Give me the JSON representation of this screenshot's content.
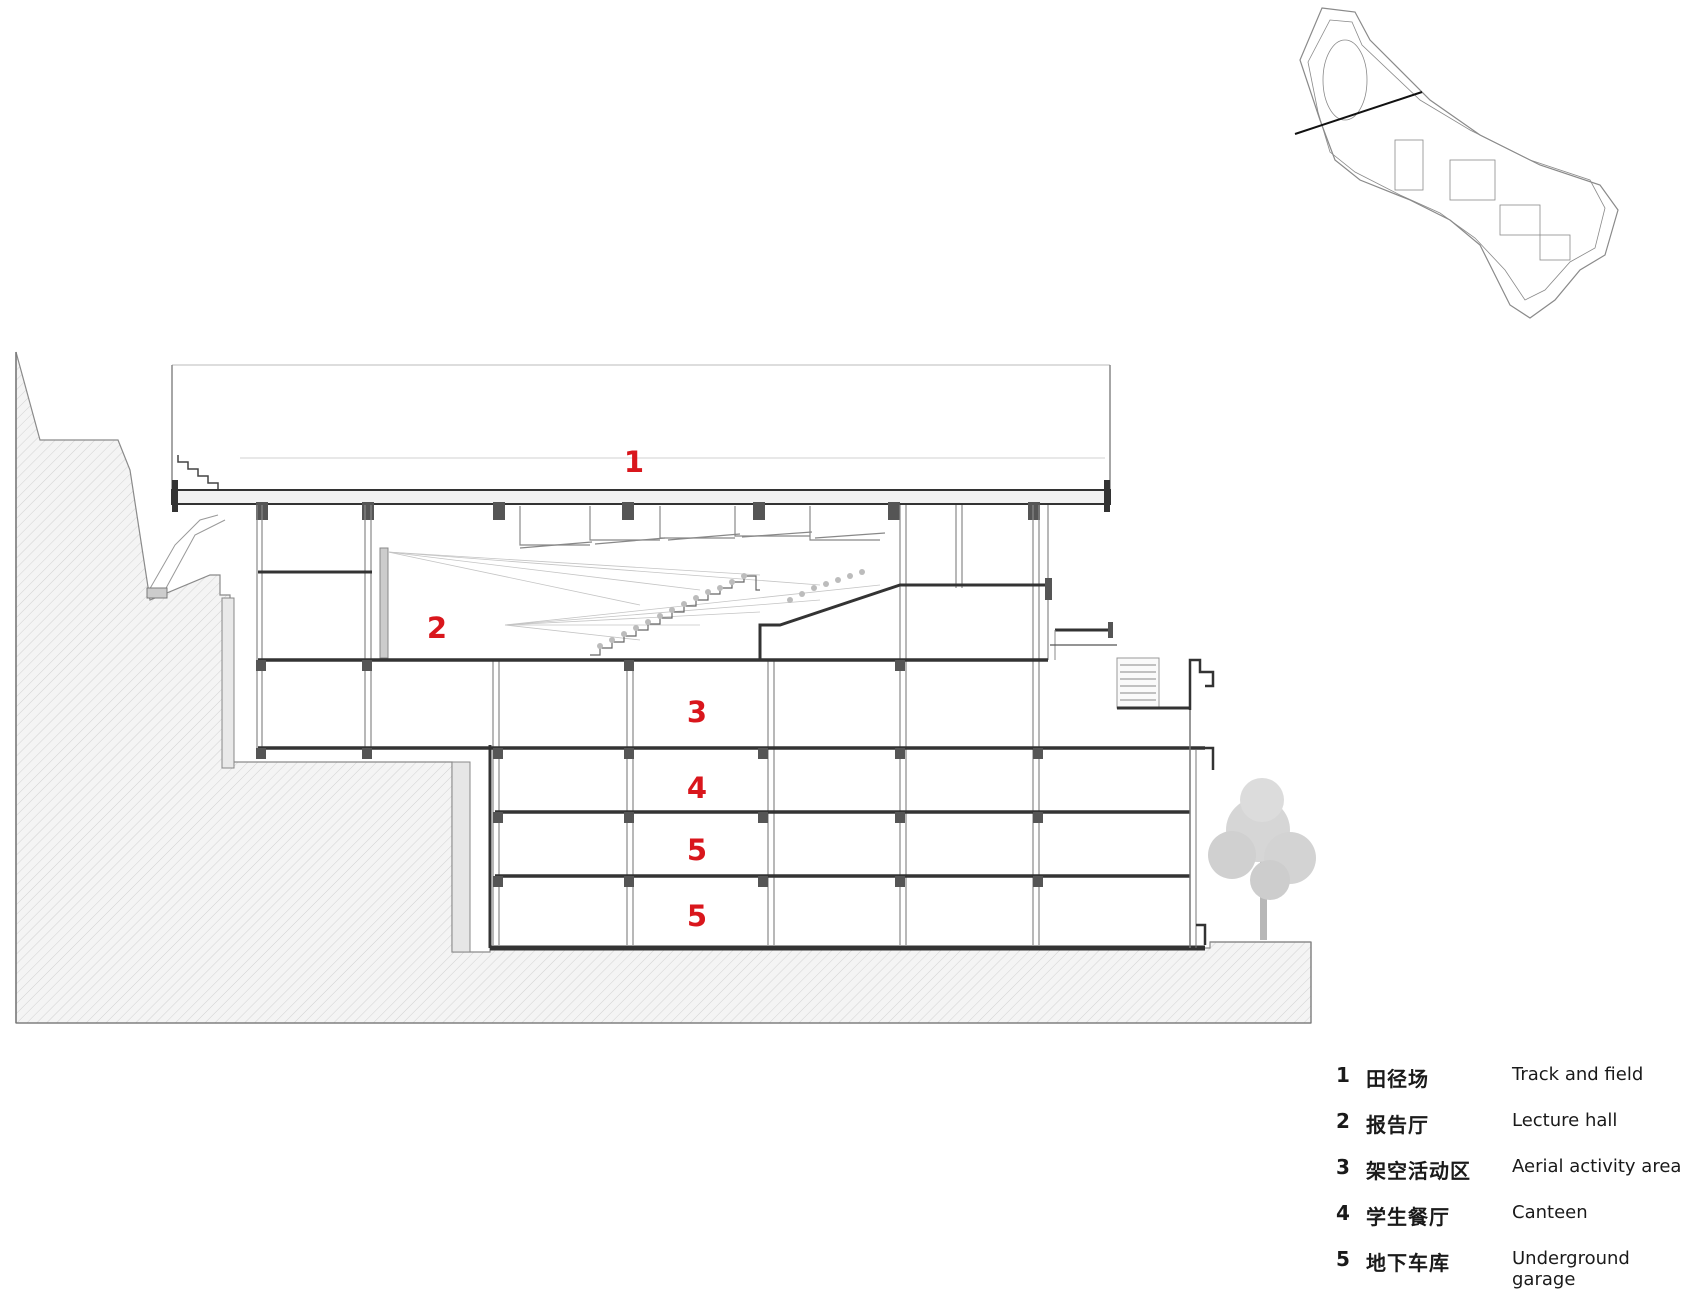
{
  "section_labels": [
    "1",
    "2",
    "3",
    "4",
    "5",
    "5"
  ],
  "legend": [
    {
      "num": "1",
      "zh": "田径场",
      "en": "Track and field"
    },
    {
      "num": "2",
      "zh": "报告厅",
      "en": "Lecture hall"
    },
    {
      "num": "3",
      "zh": "架空活动区",
      "en": "Aerial activity area"
    },
    {
      "num": "4",
      "zh": "学生餐厅",
      "en": "Canteen"
    },
    {
      "num": "5",
      "zh": "地下车库",
      "en": "Underground garage"
    }
  ],
  "colors": {
    "label_red": "#d9161c",
    "structure": "#3a3a3a",
    "thin_line": "#9a9a9a",
    "earth_hatch": "#cfcfcf",
    "tree": "#bdbdbd"
  }
}
